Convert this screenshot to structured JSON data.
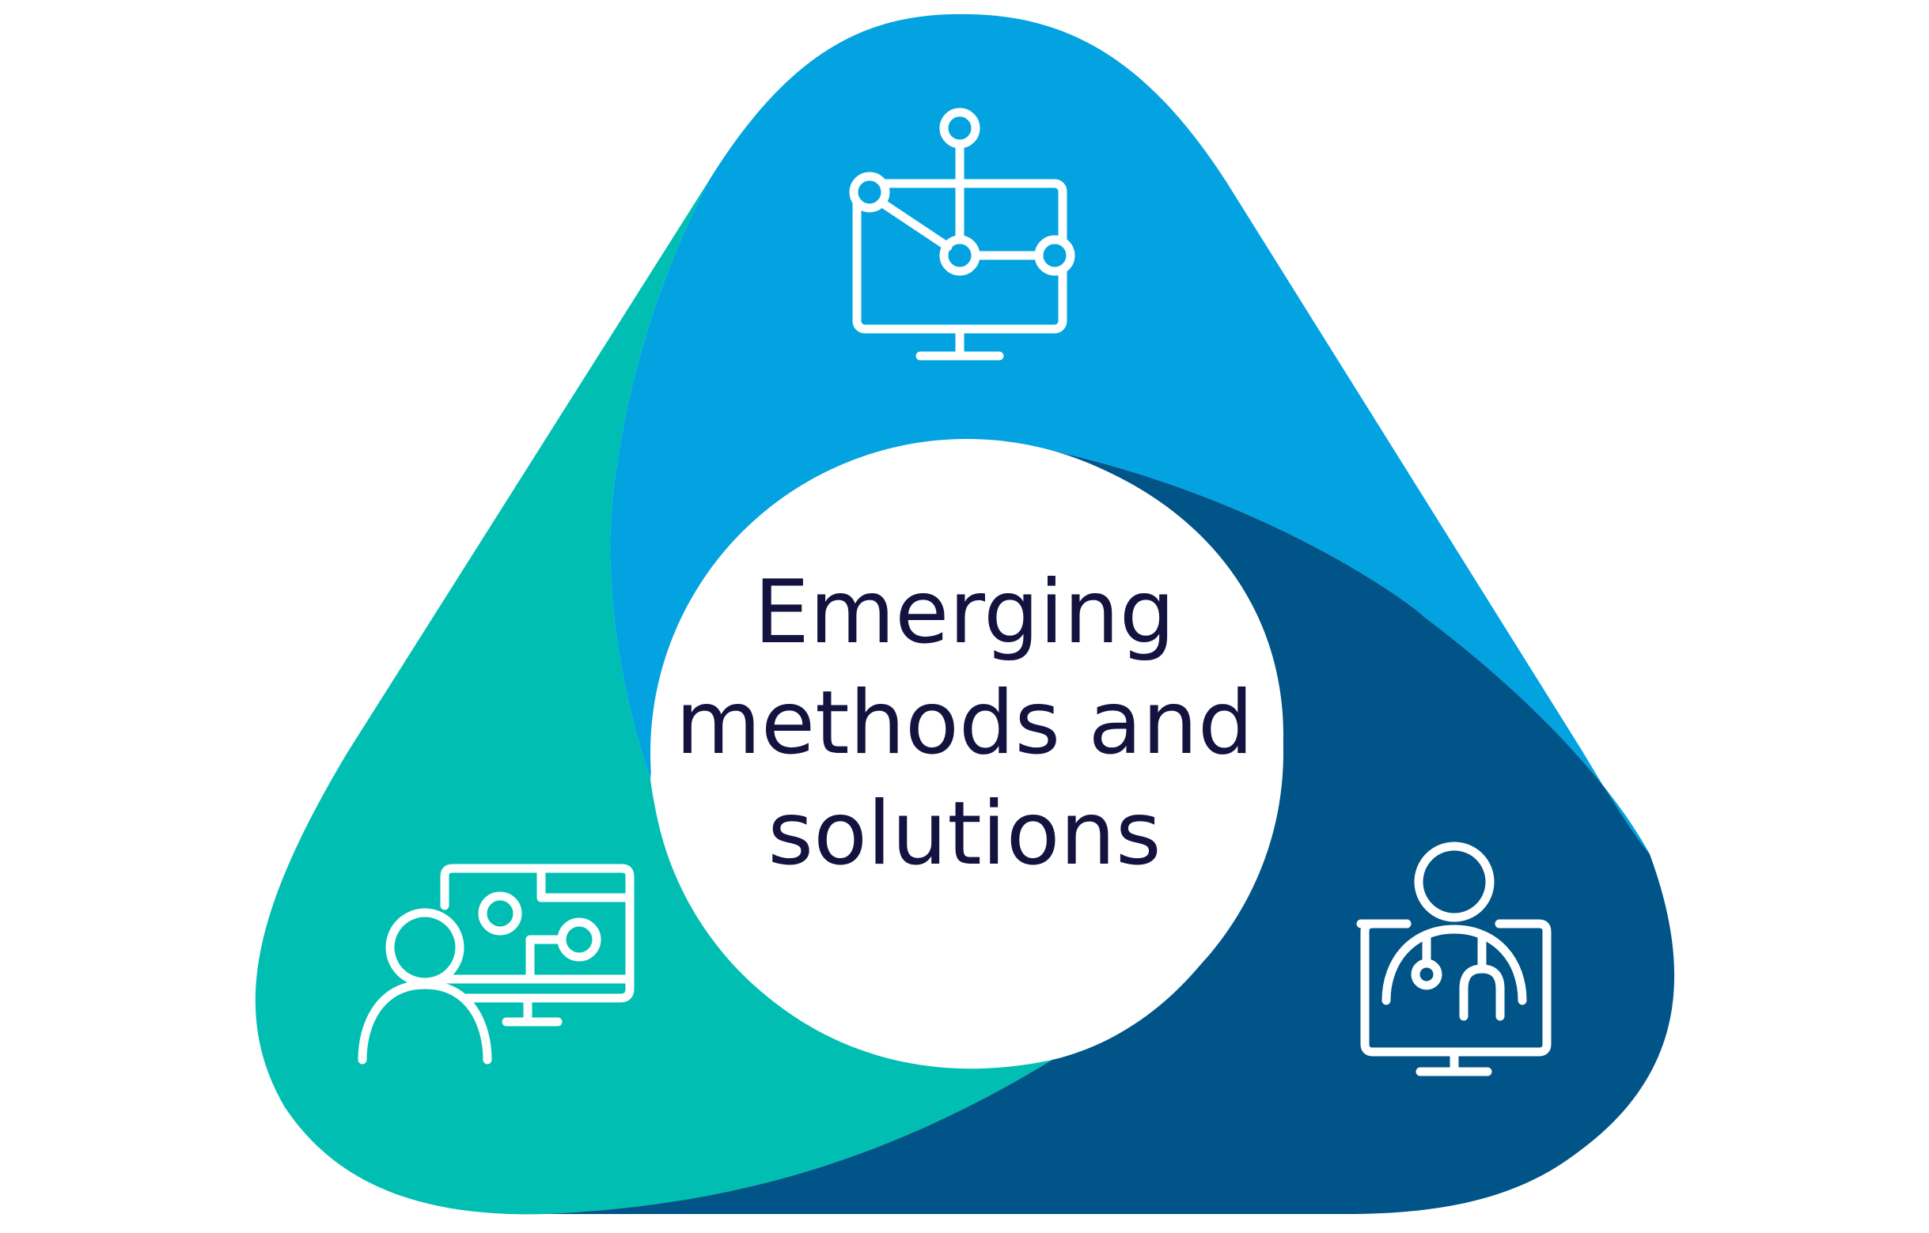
{
  "center_label": {
    "line1": "Emerging",
    "line2": "methods and",
    "line3": "solutions"
  },
  "colors": {
    "top_segment": "#03a2e0",
    "right_segment": "#005488",
    "left_segment": "#00bfb2",
    "center_fill": "#ffffff",
    "icon_stroke": "#ffffff",
    "text": "#14133f"
  },
  "icons": {
    "top": "network-monitor-icon",
    "left": "person-dashboard-icon",
    "right": "telehealth-doctor-icon"
  }
}
